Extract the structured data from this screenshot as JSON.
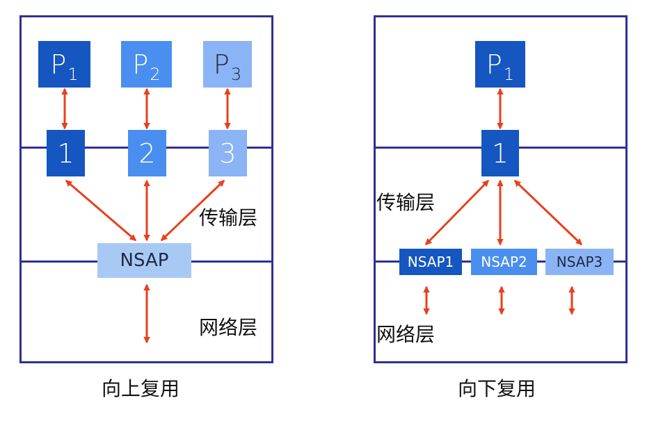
{
  "left": {
    "p_boxes": [
      {
        "letter": "P",
        "sub": "1"
      },
      {
        "letter": "P",
        "sub": "2"
      },
      {
        "letter": "P",
        "sub": "3"
      }
    ],
    "t_boxes": [
      "1",
      "2",
      "3"
    ],
    "nsap": "NSAP",
    "transport_label": "传输层",
    "network_label": "网络层",
    "caption": "向上复用"
  },
  "right": {
    "p_box": {
      "letter": "P",
      "sub": "1"
    },
    "t_box": "1",
    "nsaps": [
      "NSAP1",
      "NSAP2",
      "NSAP3"
    ],
    "transport_label": "传输层",
    "network_label": "网络层",
    "caption": "向下复用"
  },
  "colors": {
    "border": "#2e3192",
    "arrow": "#e8401c",
    "dark_blue": "#1556c0",
    "mid_blue": "#4a8ff0",
    "light_blue": "#8ab4f5",
    "nsap_blue": "#a9c9f5"
  }
}
